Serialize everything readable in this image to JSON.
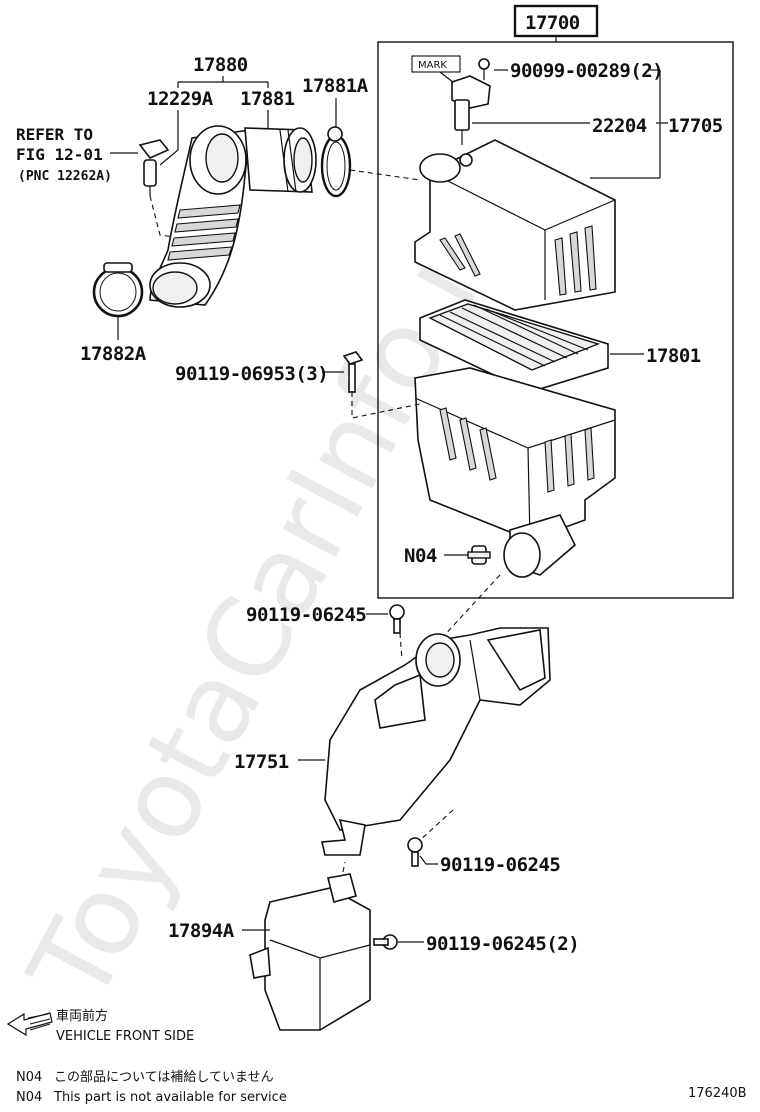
{
  "watermark": "ToyotaCarInfo.ru",
  "labels": {
    "p17700": "17700",
    "p17880": "17880",
    "p12229A": "12229A",
    "p17881": "17881",
    "p17881A": "17881A",
    "refer1": "REFER TO",
    "refer2": "FIG 12-01",
    "refer3": "(PNC 12262A)",
    "mark": "MARK",
    "p90099": "90099-00289(2)",
    "p22204": "22204",
    "p17705": "17705",
    "p17882A": "17882A",
    "p17801": "17801",
    "p90119_06953": "90119-06953(3)",
    "pN04": "N04",
    "p90119_06245_a": "90119-06245",
    "p17751": "17751",
    "p90119_06245_b": "90119-06245",
    "p17894A": "17894A",
    "p90119_06245_c": "90119-06245(2)"
  },
  "footer": {
    "front_jp": "車両前方",
    "front_en": "VEHICLE FRONT SIDE",
    "note_jp_code": "N04",
    "note_jp": "この部品については補給していません",
    "note_en_code": "N04",
    "note_en": "This part is not available for service",
    "diagram_id": "176240B"
  }
}
